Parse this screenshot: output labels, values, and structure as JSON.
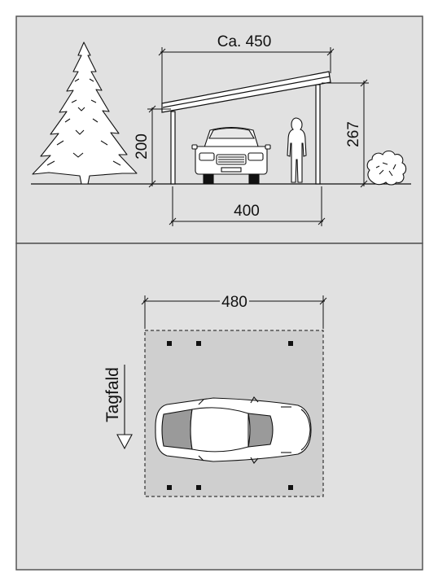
{
  "elevation": {
    "roof_width_label": "Ca. 450",
    "post_spacing_label": "400",
    "low_height_label": "200",
    "high_height_label": "267"
  },
  "plan": {
    "width_label": "480",
    "slope_label": "Tagfald"
  },
  "colors": {
    "panel_bg": "#e1e1e1",
    "panel_border": "#555555",
    "footprint_fill": "#cfcfcf",
    "line": "#111111",
    "window_gray": "#9a9a9a"
  }
}
